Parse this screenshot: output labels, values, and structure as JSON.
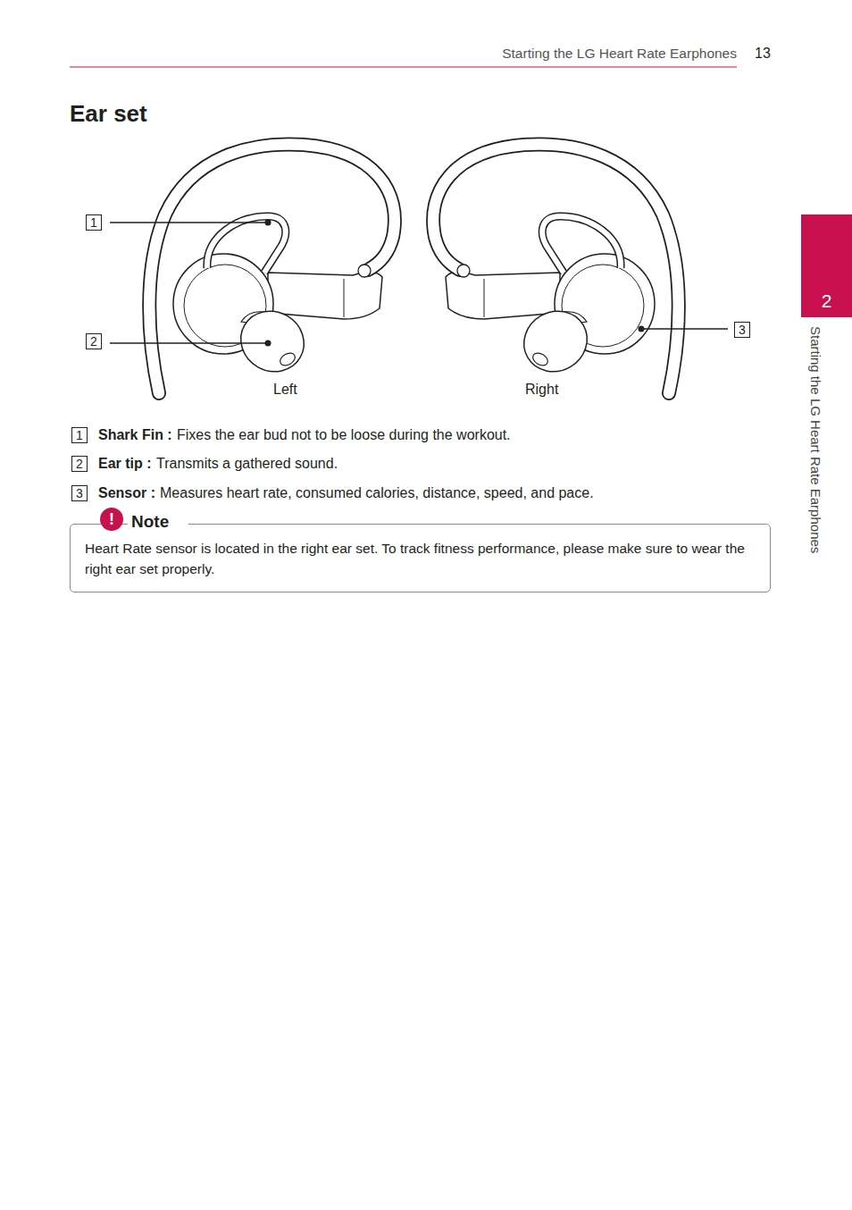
{
  "diagram": {
    "title": "Ear set",
    "nodes": [
      {
        "text": [
          "1"
        ]
      },
      {
        "text": [
          "2"
        ]
      },
      {
        "text": [
          "3"
        ]
      },
      {
        "text": [
          "2"
        ]
      },
      {
        "text": [
          "1"
        ]
      },
      {
        "text": [
          "2"
        ]
      },
      {
        "text": [
          "3"
        ]
      },
      {
        "text": [
          "Note",
          "Heart Rate sensor is located in the right ear set. To track fitness performance, please make sure to wear the right ear set properly."
        ]
      }
    ],
    "labels": [
      "Starting the LG Heart Rate Earphones",
      "13",
      "Left",
      "Right",
      "Shark Fin :",
      "Fixes the ear bud not to be loose during the workout.",
      "Ear tip :",
      "Transmits a gathered sound.",
      "Sensor :",
      "Measures heart rate, consumed calories, distance, speed, and pace.",
      "!",
      "Starting the LG Heart Rate Earphones"
    ]
  }
}
